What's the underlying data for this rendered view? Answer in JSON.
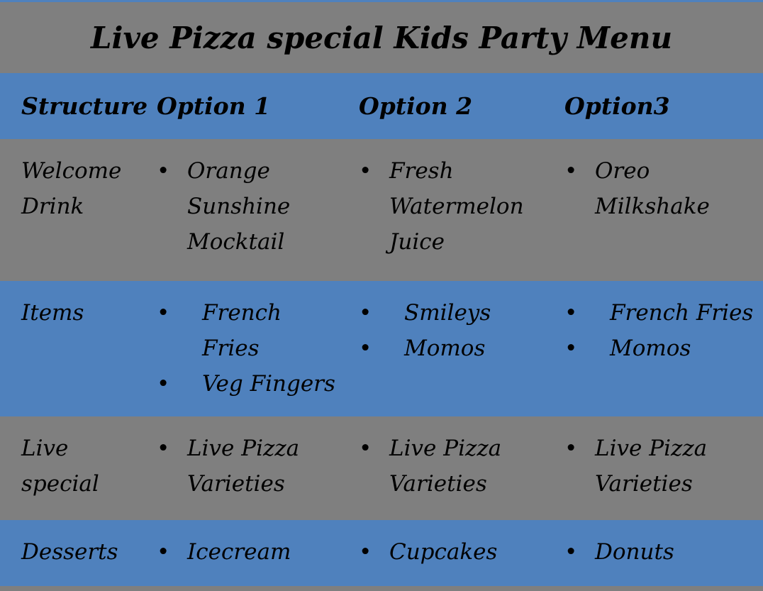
{
  "title": "Live Pizza special Kids Party Menu",
  "colors": {
    "accent_blue": "#4f81bd",
    "band_gray": "#7f7f7f",
    "text": "#000000"
  },
  "table": {
    "headers": [
      "Structure",
      "Option 1",
      "Option 2",
      "Option3"
    ],
    "rows": [
      {
        "label": "Welcome\nDrink",
        "cells": [
          {
            "items": [
              "Orange\nSunshine\nMocktail"
            ]
          },
          {
            "items": [
              "Fresh\nWatermelon\nJuice"
            ]
          },
          {
            "items": [
              "Oreo\nMilkshake"
            ]
          }
        ]
      },
      {
        "label": "Items",
        "cells": [
          {
            "items": [
              "French\nFries",
              "Veg Fingers"
            ]
          },
          {
            "items": [
              "Smileys",
              "Momos"
            ]
          },
          {
            "items": [
              "French Fries",
              "Momos"
            ]
          }
        ]
      },
      {
        "label": "Live\nspecial",
        "cells": [
          {
            "items": [
              "Live Pizza\nVarieties"
            ]
          },
          {
            "items": [
              "Live Pizza\nVarieties"
            ]
          },
          {
            "items": [
              "Live Pizza\nVarieties"
            ]
          }
        ]
      },
      {
        "label": "Desserts",
        "cells": [
          {
            "items": [
              "Icecream"
            ]
          },
          {
            "items": [
              "Cupcakes"
            ]
          },
          {
            "items": [
              "Donuts"
            ]
          }
        ]
      }
    ]
  }
}
